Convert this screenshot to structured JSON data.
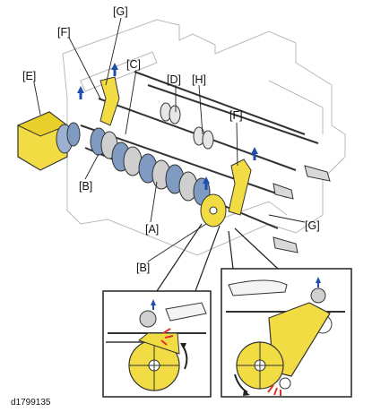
{
  "labels": {
    "g_top": "[G]",
    "f_left": "[F]",
    "c": "[C]",
    "e": "[E]",
    "d": "[D]",
    "h": "[H]",
    "f_right": "[F]",
    "b_left": "[B]",
    "a": "[A]",
    "g_right": "[G]",
    "b_bottom": "[B]"
  },
  "caption": "d1799135",
  "colors": {
    "yellow": "#f2dc44",
    "blue": "#7f9bc2",
    "gray": "#cfcfcf",
    "arrow": "#1f4fae",
    "red": "#e0322a"
  },
  "icons": [
    "up-arrow-icon",
    "rotation-arrow-icon",
    "friction-marks-icon"
  ]
}
